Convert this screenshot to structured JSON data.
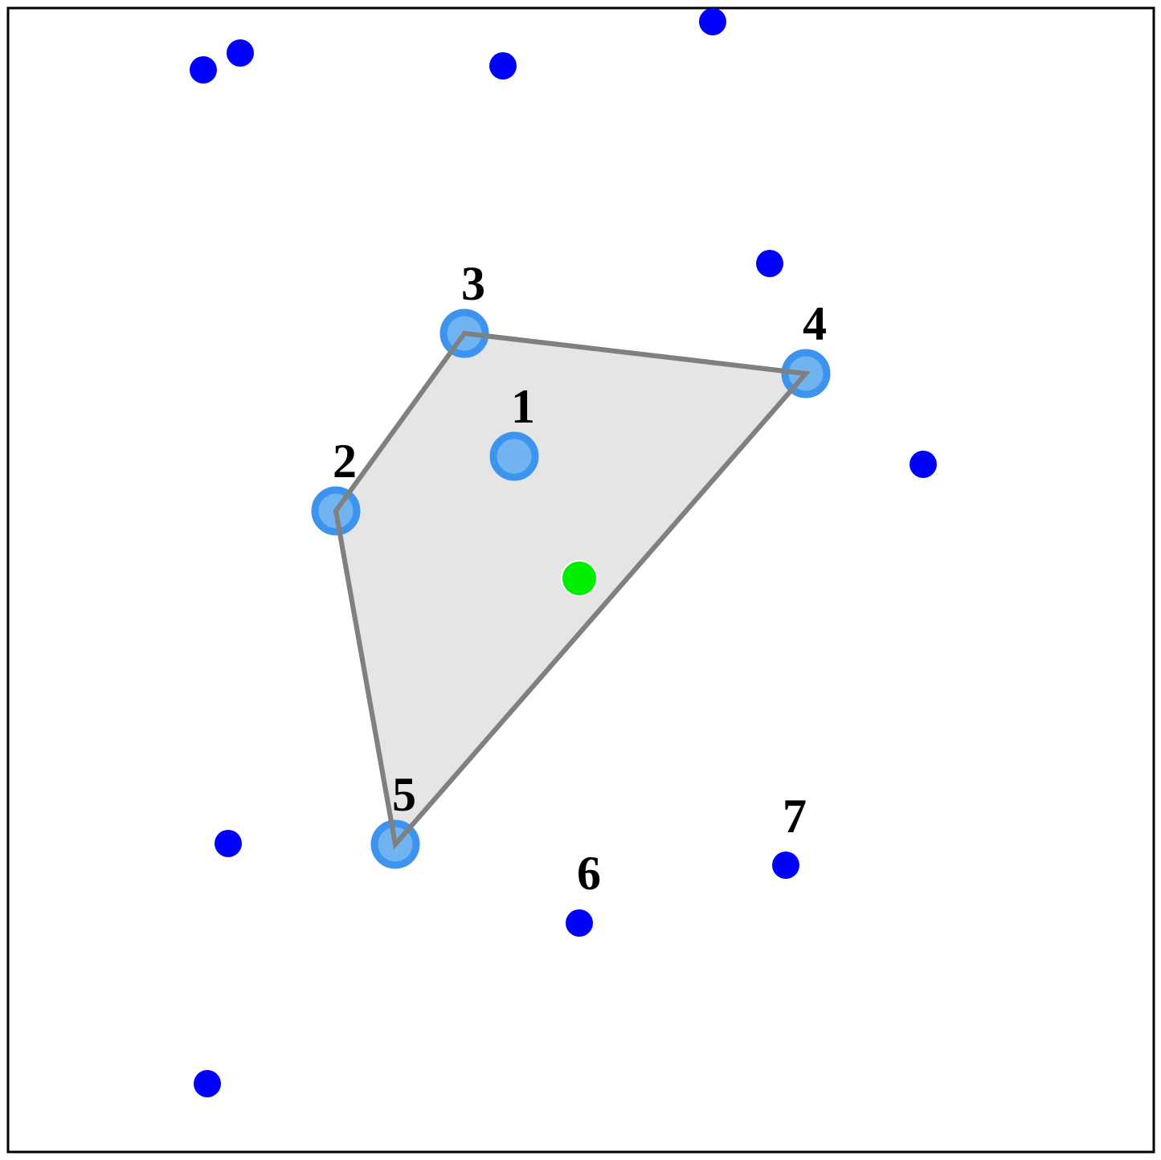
{
  "colors": {
    "point": "#0000ff",
    "highlight_fill": "#6fb3f0",
    "highlight_stroke": "#3d94ee",
    "hull_fill": "#e5e5e5",
    "hull_stroke": "#808080",
    "target": "#00ee00",
    "label": "#000000",
    "frame": "#000000"
  },
  "labels": {
    "p1": "1",
    "p2": "2",
    "p3": "3",
    "p4": "4",
    "p5": "5",
    "p6": "6",
    "p7": "7"
  }
}
